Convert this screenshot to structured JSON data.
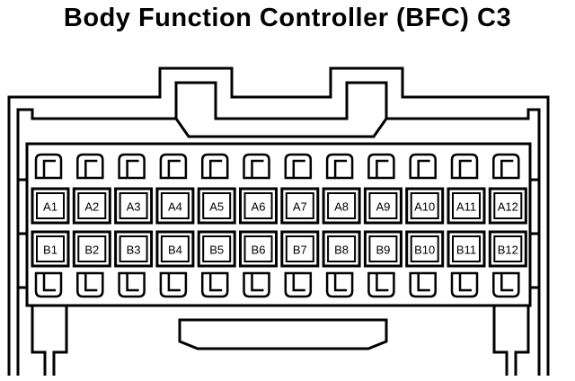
{
  "title": "Body Function Controller (BFC) C3",
  "colors": {
    "ink": "#000000",
    "paper": "#ffffff"
  },
  "rows": [
    {
      "row": "A",
      "pins": [
        "A1",
        "A2",
        "A3",
        "A4",
        "A5",
        "A6",
        "A7",
        "A8",
        "A9",
        "A10",
        "A11",
        "A12"
      ]
    },
    {
      "row": "B",
      "pins": [
        "B1",
        "B2",
        "B3",
        "B4",
        "B5",
        "B6",
        "B7",
        "B8",
        "B9",
        "B10",
        "B11",
        "B12"
      ]
    }
  ],
  "locking_tabs_per_row": 12
}
